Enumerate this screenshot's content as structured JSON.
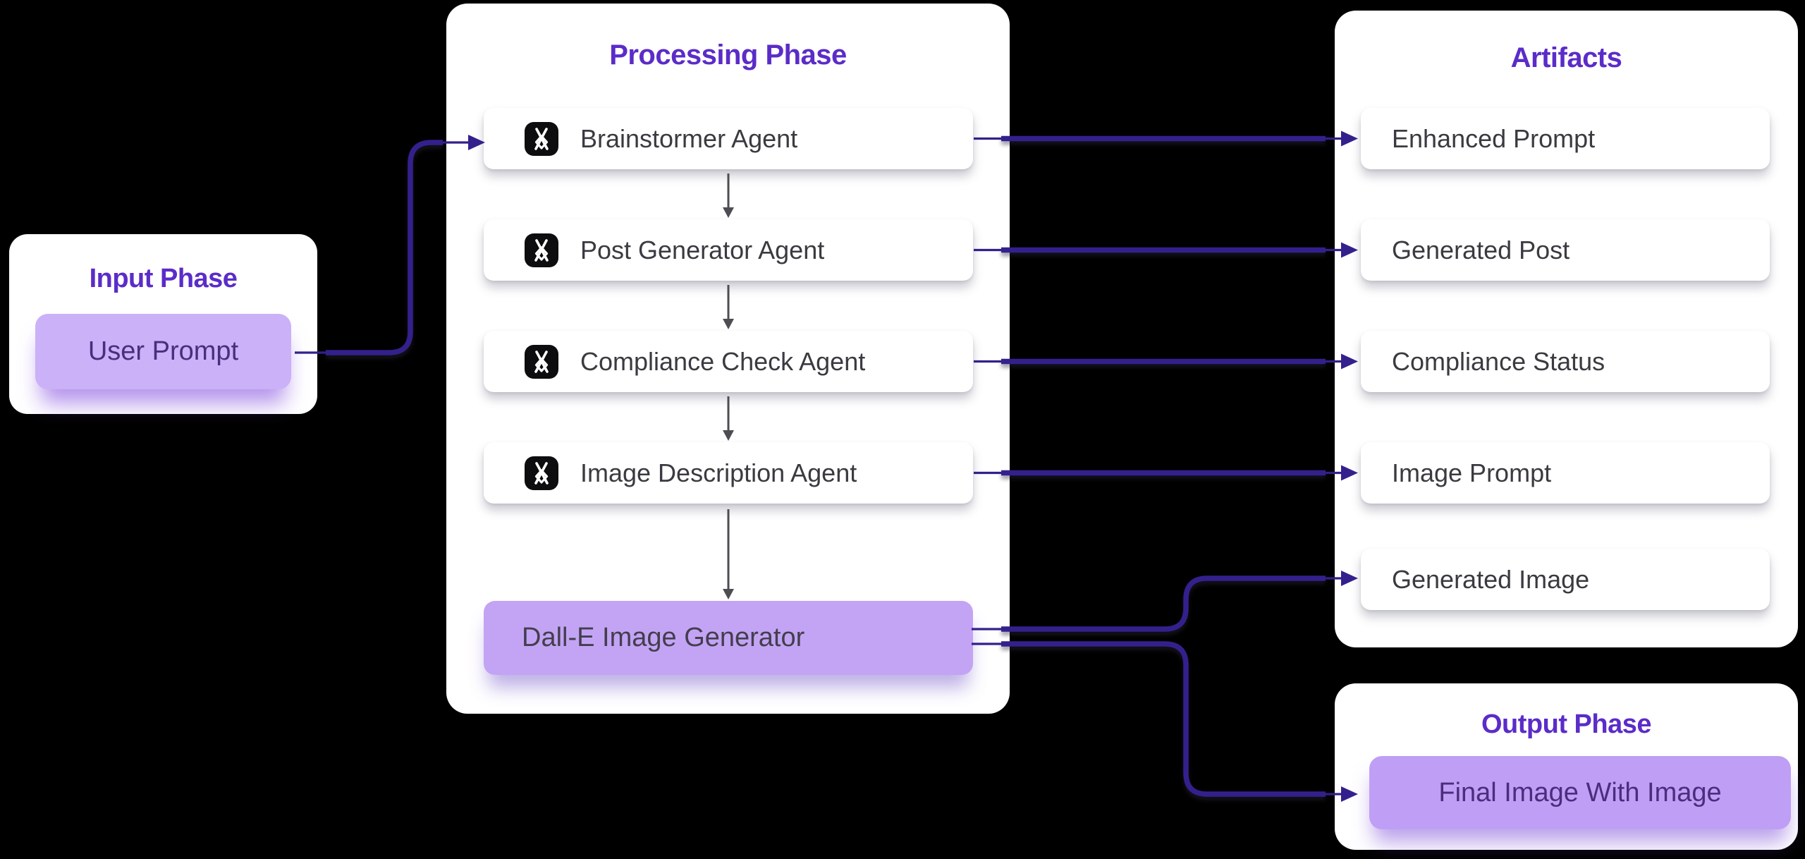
{
  "colors": {
    "canvas-bg": "#000000",
    "panel-bg": "#ffffff",
    "accent": "#5b2cc8",
    "arrow": "#34208c",
    "flow-arrow": "#4e4d52",
    "node-fill-light": "#cab1f8",
    "node-fill": "#c3a4f4",
    "node-fill-deep": "#bf9ff5",
    "node-text": "#4a2e7d",
    "generator-text": "#433e4e",
    "card-text": "#3b3a40",
    "icon-bg": "#0d0d0f",
    "icon-glyph": "#ffffff"
  },
  "input": {
    "title": "Input Phase",
    "node_label": "User Prompt"
  },
  "processing": {
    "title": "Processing Phase",
    "agents": [
      {
        "label": "Brainstormer Agent"
      },
      {
        "label": "Post Generator Agent"
      },
      {
        "label": "Compliance Check Agent"
      },
      {
        "label": "Image Description Agent"
      }
    ],
    "generator_label": "Dall-E Image Generator"
  },
  "artifacts": {
    "title": "Artifacts",
    "items": [
      "Enhanced Prompt",
      "Generated Post",
      "Compliance Status",
      "Image Prompt",
      "Generated Image"
    ]
  },
  "output": {
    "title": "Output Phase",
    "node_label": "Final Image With Image"
  }
}
